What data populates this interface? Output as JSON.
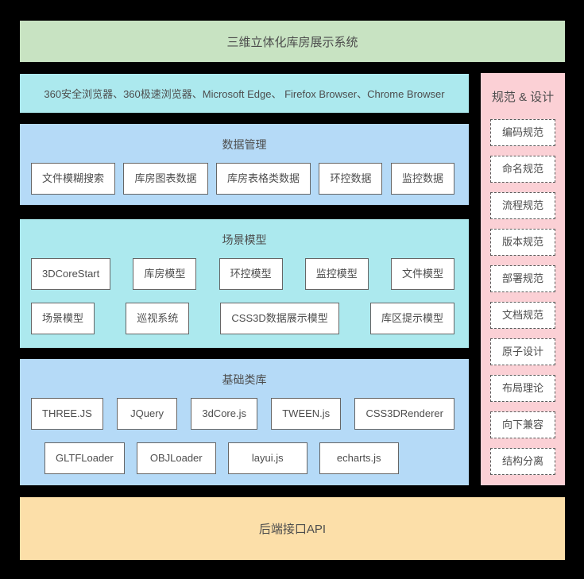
{
  "colors": {
    "background": "#000000",
    "header_green": "#c8e3c2",
    "cyan_block": "#ace9ee",
    "blue_block": "#b5daf7",
    "pink_panel": "#fbd0d5",
    "orange_banner": "#fcdfa9",
    "node_border": "#666666",
    "text": "#4d4d4d"
  },
  "header": {
    "title": "三维立体化库房展示系统"
  },
  "browser_bar": {
    "text": "360安全浏览器、360极速浏览器、Microsoft Edge、 Firefox Browser、Chrome Browser"
  },
  "blocks": [
    {
      "title": "数据管理",
      "rows": [
        [
          "文件模糊搜索",
          "库房图表数据",
          "库房表格类数据",
          "环控数据",
          "监控数据"
        ]
      ]
    },
    {
      "title": "场景模型",
      "rows": [
        [
          "3DCoreStart",
          "库房模型",
          "环控模型",
          "监控模型",
          "文件模型"
        ],
        [
          "场景模型",
          "巡视系统",
          "CSS3D数据展示模型",
          "库区提示模型"
        ]
      ]
    },
    {
      "title": "基础类库",
      "rows": [
        [
          "THREE.JS",
          "JQuery",
          "3dCore.js",
          "TWEEN.js",
          "CSS3DRenderer"
        ],
        [
          "GLTFLoader",
          "OBJLoader",
          "layui.js",
          "echarts.js"
        ]
      ]
    }
  ],
  "spec_panel": {
    "title": "规范 & 设计",
    "items": [
      "编码规范",
      "命名规范",
      "流程规范",
      "版本规范",
      "部署规范",
      "文档规范",
      "原子设计",
      "布局理论",
      "向下兼容",
      "结构分离"
    ]
  },
  "footer": {
    "title": "后端接口API"
  }
}
